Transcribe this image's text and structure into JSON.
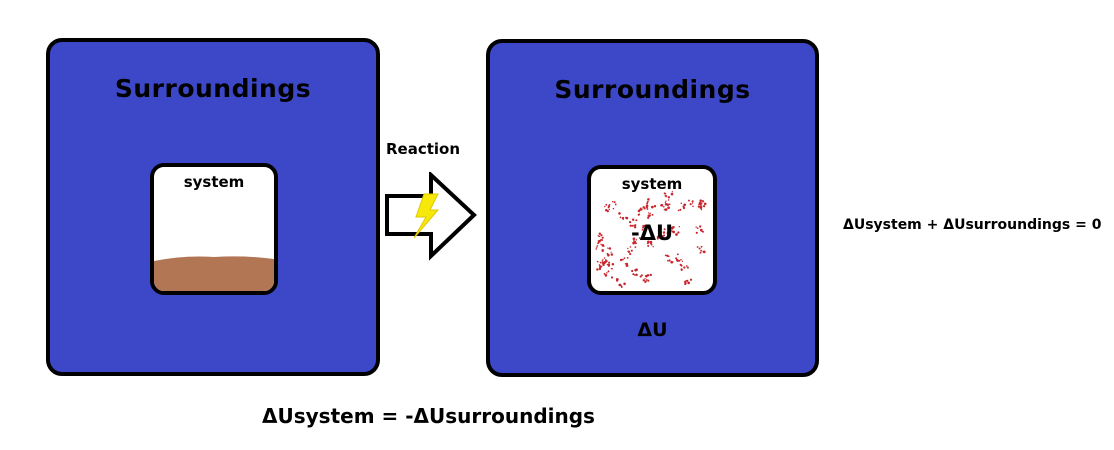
{
  "before": {
    "surroundings_label": "Surroundings",
    "system_label": "system"
  },
  "reaction": {
    "label": "Reaction"
  },
  "after": {
    "surroundings_label": "Surroundings",
    "system_label": "system",
    "system_energy_label": "-ΔU",
    "surroundings_energy_label": "ΔU"
  },
  "equations": {
    "sum_relation": "ΔUsystem + ΔUsurroundings = 0",
    "equality_relation": "ΔUsystem = -ΔUsurroundings"
  },
  "colors": {
    "surroundings_fill": "#3c48c8",
    "outline": "#000000",
    "sediment": "#b37655",
    "particles": "#c8262d",
    "bolt": "#f5e80a"
  }
}
